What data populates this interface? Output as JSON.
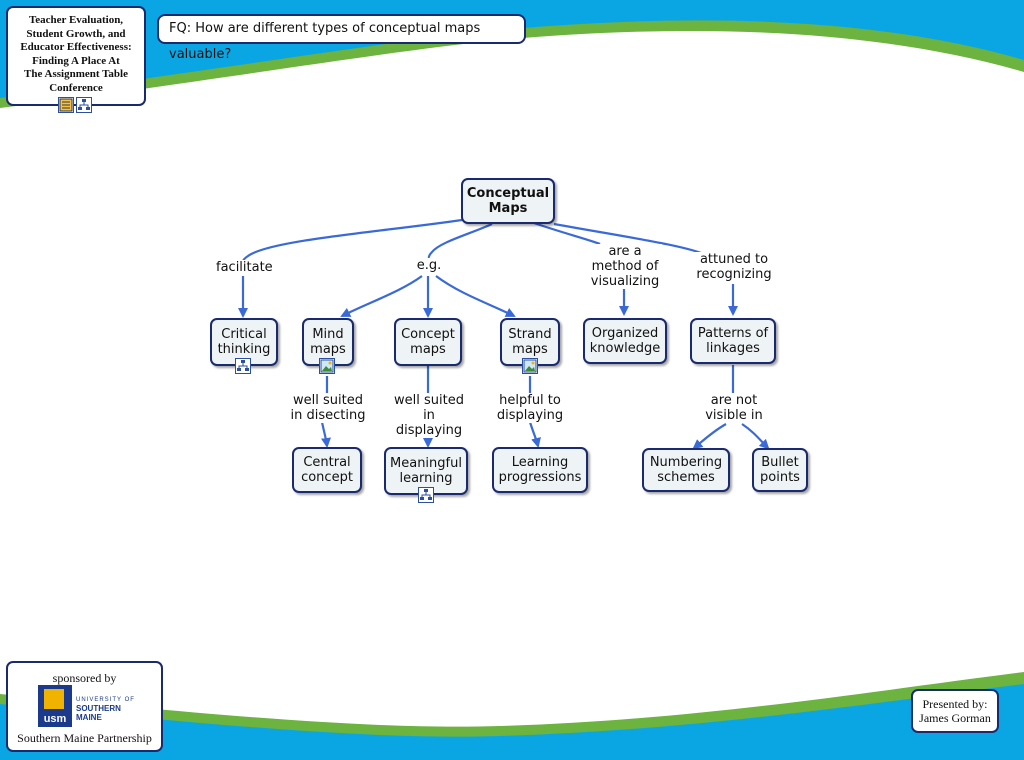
{
  "header": {
    "title_lines": [
      "Teacher Evaluation,",
      "Student Growth, and",
      "Educator Effectiveness:",
      "Finding A Place At",
      "The Assignment Table",
      "Conference"
    ],
    "focus_question": "FQ: How are different types of conceptual maps valuable?"
  },
  "footer": {
    "sponsored_label": "sponsored by",
    "logo_mark": "usm",
    "logo_line1": "UNIVERSITY OF",
    "logo_line2": "SOUTHERN MAINE",
    "sponsor_name": "Southern Maine Partnership",
    "presenter_label": "Presented by:",
    "presenter_name": "James Gorman"
  },
  "colors": {
    "wave_blue": "#0aa6e3",
    "wave_green": "#6cb33f",
    "node_border": "#1a2a6e",
    "node_fill": "#eef3f6",
    "link": "#3a6ad8"
  },
  "concept_map": {
    "nodes": {
      "root": "Conceptual\nMaps",
      "critical": "Critical\nthinking",
      "mind": "Mind\nmaps",
      "concept": "Concept\nmaps",
      "strand": "Strand\nmaps",
      "organized": "Organized\nknowledge",
      "patterns": "Patterns of\nlinkages",
      "central": "Central\nconcept",
      "meaningful": "Meaningful\nlearning",
      "progressions": "Learning\nprogressions",
      "numbering": "Numbering\nschemes",
      "bullet": "Bullet\npoints"
    },
    "links": {
      "facilitate": "facilitate",
      "eg": "e.g.",
      "method": "are a\nmethod of\nvisualizing",
      "attuned": "attuned to\nrecognizing",
      "disecting": "well suited\nin disecting",
      "displaying_well": "well suited\nin displaying",
      "helpful": "helpful to\ndisplaying",
      "not_visible": "are not\nvisible in"
    },
    "icons": [
      "concept-map-icon",
      "image-icon",
      "document-icon"
    ]
  }
}
